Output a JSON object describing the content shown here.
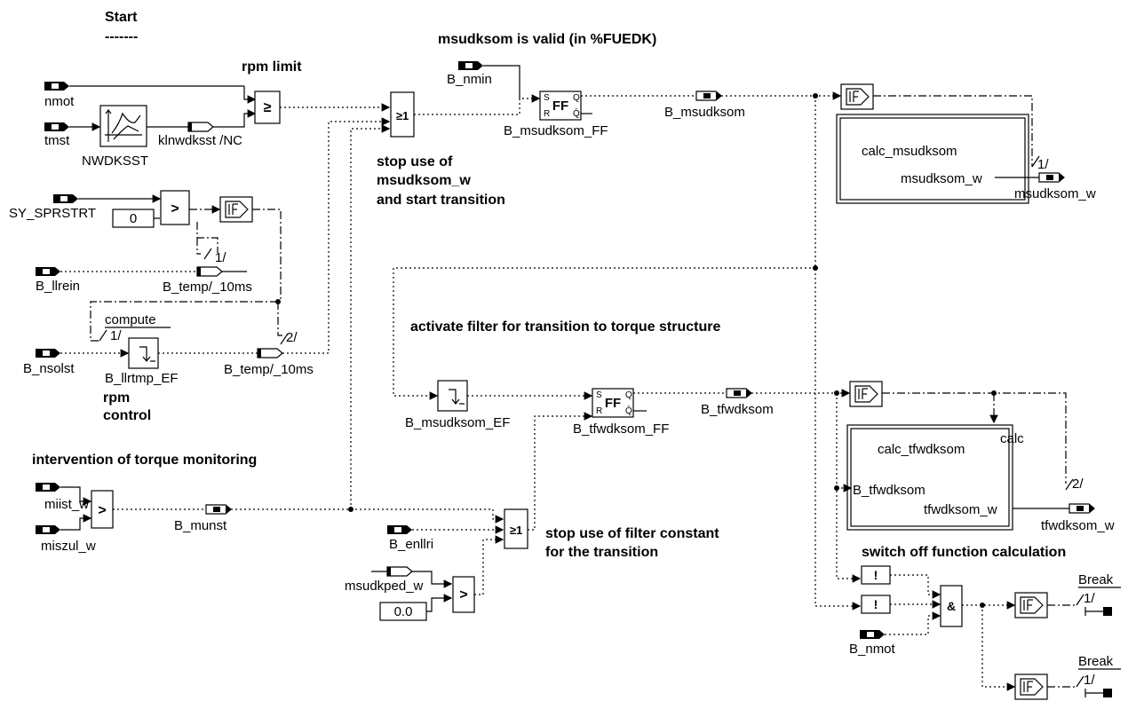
{
  "headings": {
    "start": "Start",
    "start_underline": "-------",
    "rpm_limit": "rpm limit",
    "msudksom_valid": "msudksom is valid (in %FUEDK)",
    "stop_use_1": "stop use of",
    "stop_use_2": "msudksom_w",
    "stop_use_3": "and start transition",
    "activate_filter": "activate filter for transition to torque structure",
    "rpm_control_1": "rpm",
    "rpm_control_2": "control",
    "intervention": "intervention of torque monitoring",
    "stop_filter_1": "stop use of filter constant",
    "stop_filter_2": "for the transition",
    "switch_off": "switch off function calculation"
  },
  "labels": {
    "nmot": "nmot",
    "tmst": "tmst",
    "nwdksst": "NWDKSST",
    "klnwdksst": "klnwdksst /NC",
    "b_nmin": "B_nmin",
    "b_msudksom": "B_msudksom",
    "b_msudksom_ff": "B_msudksom_FF",
    "sy_sprstrt": "SY_SPRSTRT",
    "const_zero": "0",
    "b_llrein": "B_llrein",
    "b_temp_10ms_1": "B_temp/_10ms",
    "div_1": "1/",
    "compute": "compute",
    "div_1b": "1/",
    "div_2": "2/",
    "b_nsolst": "B_nsolst",
    "b_llrtmp_ef": "B_llrtmp_EF",
    "b_temp_10ms_2": "B_temp/_10ms",
    "calc_msudksom": "calc_msudksom",
    "msudksom_w_port": "msudksom_w",
    "msudksom_w_out": "msudksom_w",
    "div_1c": "1/",
    "b_msudksom_ef": "B_msudksom_EF",
    "b_tfwdksom": "B_tfwdksom",
    "b_tfwdksom_ff": "B_tfwdksom_FF",
    "calc_port": "calc",
    "calc_tfwdksom": "calc_tfwdksom",
    "b_tfwdksom_port": "B_tfwdksom",
    "tfwdksom_w_port": "tfwdksom_w",
    "tfwdksom_w_out": "tfwdksom_w",
    "div_2b": "2/",
    "miist_w": "miist_w",
    "miszul_w": "miszul_w",
    "b_munst": "B_munst",
    "b_enllri": "B_enllri",
    "msudkped_w": "msudkped_w",
    "const_zero_f": "0.0",
    "b_nmot": "B_nmot",
    "break_1": "Break",
    "break_2": "Break",
    "div_1d": "1/",
    "div_1e": "1/"
  },
  "blocks": {
    "ge": "≥",
    "or": "≥1",
    "gt": ">",
    "ff": "FF",
    "if": "IF",
    "not": "!",
    "and": "&",
    "s": "S",
    "r": "R",
    "q": "Q",
    "qbar": "Q̄"
  }
}
